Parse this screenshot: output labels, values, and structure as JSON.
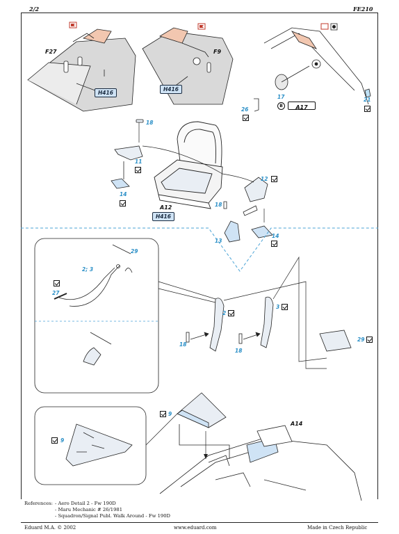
{
  "header": {
    "page": "2/2",
    "code": "FE210"
  },
  "parts": {
    "f27": "F27",
    "f9": "F9",
    "a17": "A17",
    "a12": "A12",
    "a14": "A14",
    "n17": "17",
    "n21": "21",
    "n26": "26",
    "n18a": "18",
    "n11": "11",
    "n12": "12",
    "n14a": "14",
    "n18b": "18",
    "n13": "13",
    "n14b": "14",
    "n29a": "29",
    "n23": "2; 3",
    "n27": "27",
    "n2": "2",
    "n3": "3",
    "n18c": "18",
    "n18d": "18",
    "n29b": "29",
    "n9a": "9",
    "n9b": "9"
  },
  "paint": {
    "h416": "H416"
  },
  "references": {
    "label": "References:",
    "items": [
      "- Aero Detail 2 - Fw 190D",
      "- Maru Mechanic # 26/1981",
      "- Squadron/Signal Publ. Walk Around - Fw 190D"
    ]
  },
  "footer": {
    "left": "Eduard M.A. © 2002",
    "center": "www.eduard.com",
    "right": "Made in Czech Republic"
  },
  "colors": {
    "callout_blue": "#2a8fc7",
    "paint_chip": "#cfe3f5",
    "part_fill": "#f2c7b0",
    "dash_line": "#4aa3d6"
  }
}
